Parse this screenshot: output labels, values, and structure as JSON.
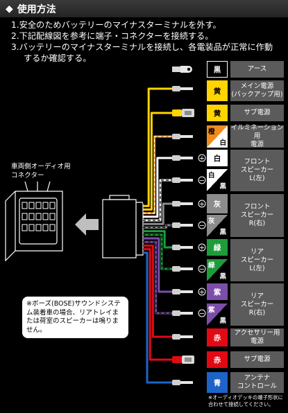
{
  "header": {
    "title": "使用方法",
    "bullet": "◆"
  },
  "steps": [
    {
      "num": "1.",
      "text": "安全のためバッテリーのマイナスターミナルを外す。"
    },
    {
      "num": "2.",
      "text": "下記配線図を参考に端子・コネクターを接続する。"
    },
    {
      "num": "3.",
      "text": "バッテリーのマイナスターミナルを接続し、各電装品が正常に作動"
    }
  ],
  "step3_cont": "するか確認する。",
  "connector_label": [
    "車両側オーディオ用",
    "コネクター"
  ],
  "note": "※ボーズ(BOSE)サウンドシステム装着車の場合、リアトレイまたは荷室のスピーカーは鳴りません。",
  "bottom_note": "※オーディオデッキの端子形状に合わせて接続してください。",
  "polarity": {
    "plus": "+",
    "minus": "−"
  },
  "colors": {
    "black": "#000000",
    "yellow": "#ffd400",
    "orange": "#f08c1e",
    "white": "#ffffff",
    "gray": "#8c8c8c",
    "green": "#1e9c3c",
    "purple": "#7b4ea8",
    "red": "#e10a14",
    "blue": "#1e64c8",
    "func_bg": "#5b5b5b"
  },
  "wires": [
    {
      "color_label": "黒",
      "function": [
        "アース"
      ]
    },
    {
      "color_label": "黄",
      "function": [
        "メイン電源",
        "(バックアップ用)"
      ]
    },
    {
      "color_label": "黄",
      "function": [
        "サブ電源"
      ]
    },
    {
      "color_label": "橙",
      "stripe": "白",
      "function": [
        "イルミネーション用",
        "電源"
      ]
    },
    {
      "color_label": "白",
      "function": [
        "フロント",
        "スピーカー",
        "L(左)"
      ]
    },
    {
      "color_label": "白",
      "stripe": "黒"
    },
    {
      "color_label": "灰",
      "function": [
        "フロント",
        "スピーカー",
        "R(右)"
      ]
    },
    {
      "color_label": "灰",
      "stripe": "黒"
    },
    {
      "color_label": "緑",
      "function": [
        "リア",
        "スピーカー",
        "L(左)"
      ]
    },
    {
      "color_label": "緑",
      "stripe": "黒"
    },
    {
      "color_label": "紫",
      "function": [
        "リア",
        "スピーカー",
        "R(右)"
      ]
    },
    {
      "color_label": "紫",
      "stripe": "黒"
    },
    {
      "color_label": "赤",
      "function": [
        "アクセサリー用",
        "電源"
      ]
    },
    {
      "color_label": "赤",
      "function": [
        "サブ電源"
      ]
    },
    {
      "color_label": "青",
      "function": [
        "アンテナ",
        "コントロール"
      ]
    }
  ]
}
